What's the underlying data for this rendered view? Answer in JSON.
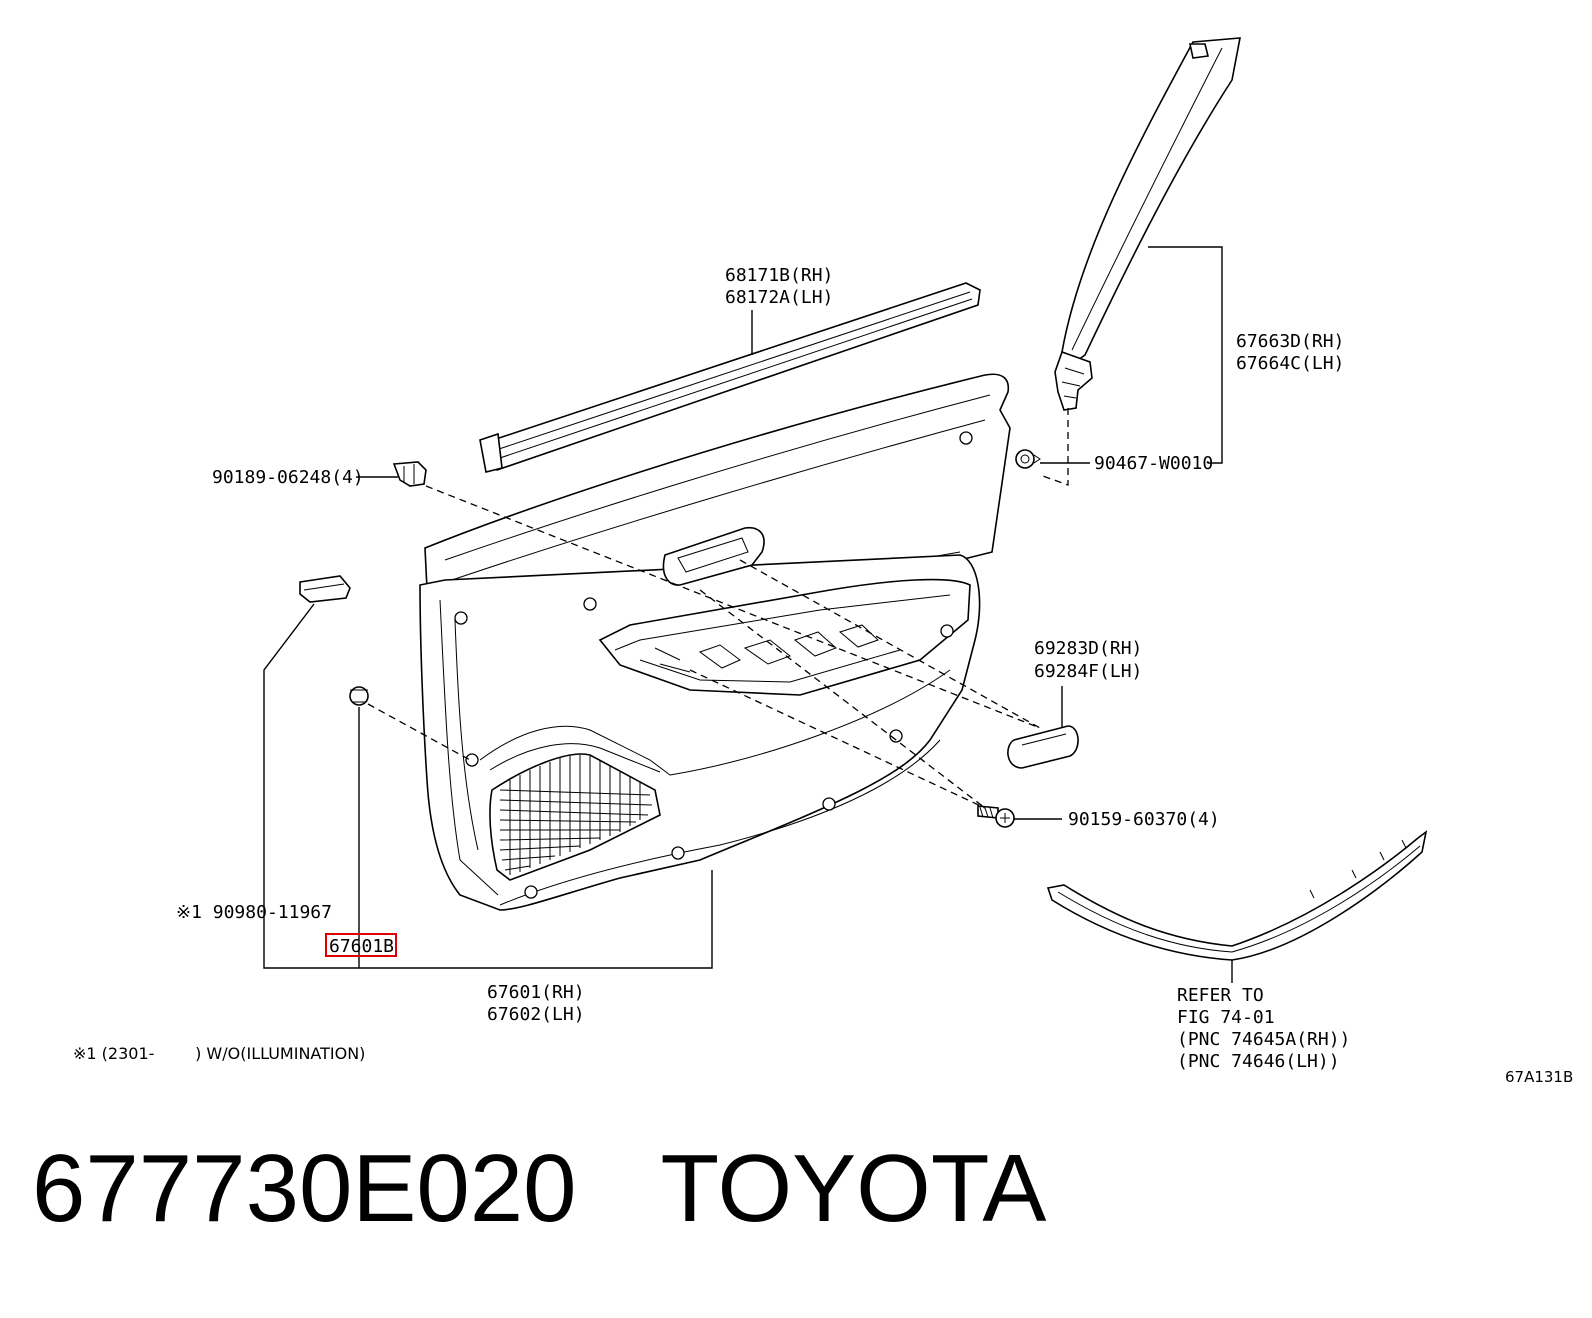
{
  "diagram": {
    "callouts": {
      "belt_moulding_rh": "68171B(RH)",
      "belt_moulding_lh": "68172A(LH)",
      "pillar_garnish_rh": "67663D(RH)",
      "pillar_garnish_lh": "67664C(LH)",
      "pillar_clip": "90467-W0010",
      "upper_clip": "90189-06248(4)",
      "pull_handle_rh": "69283D(RH)",
      "pull_handle_lh": "69284F(LH)",
      "screw": "90159-60370(4)",
      "note_clip": "※1 90980-11967",
      "board_sub": "67601B",
      "board_rh": "67601(RH)",
      "board_lh": "67602(LH)"
    },
    "refer": {
      "line1": "REFER TO",
      "line2": "FIG 74-01",
      "line3": "(PNC 74645A(RH))",
      "line4": "(PNC 74646(LH))"
    },
    "footnote": "※1 (2301-        ) W/O(ILLUMINATION)",
    "figure_code": "67A131B",
    "highlight_color": "#e00000"
  },
  "caption": {
    "part_number": "677730E020",
    "brand": "TOYOTA"
  }
}
